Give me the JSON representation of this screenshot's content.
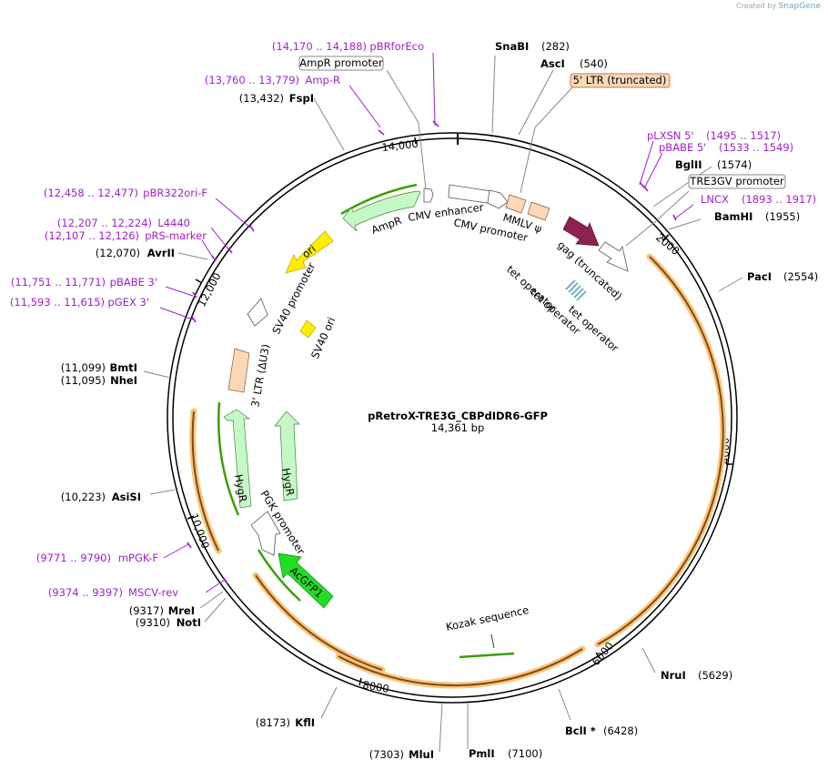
{
  "credit": {
    "prefix": "Created by",
    "brand": "SnapGene"
  },
  "plasmid": {
    "name": "pRetroX-TRE3G_CBPdIDR6-GFP",
    "size_label": "14,361 bp",
    "length": 14361
  },
  "ticks": [
    "2000",
    "4000",
    "6000",
    "8000",
    "10,000",
    "12,000",
    "14,000"
  ],
  "sites": [
    {
      "name": "SnaBI",
      "pos": "(282)"
    },
    {
      "name": "AscI",
      "pos": "(540)"
    },
    {
      "name": "BglII",
      "pos": "(1574)"
    },
    {
      "name": "BamHI",
      "pos": "(1955)"
    },
    {
      "name": "PacI",
      "pos": "(2554)"
    },
    {
      "name": "NruI",
      "pos": "(5629)"
    },
    {
      "name": "BclI *",
      "pos": "(6428)"
    },
    {
      "name": "PmlI",
      "pos": "(7100)"
    },
    {
      "name": "MluI",
      "pos": "(7303)"
    },
    {
      "name": "KflI",
      "pos": "(8173)"
    },
    {
      "name": "MreI",
      "pos": "(9317)"
    },
    {
      "name": "NotI",
      "pos": "(9310)"
    },
    {
      "name": "AsiSI",
      "pos": "(10,223)"
    },
    {
      "name": "BmtI",
      "pos": "(11,099)"
    },
    {
      "name": "NheI",
      "pos": "(11,095)"
    },
    {
      "name": "AvrII",
      "pos": "(12,070)"
    },
    {
      "name": "FspI",
      "pos": "(13,432)"
    }
  ],
  "primers": [
    {
      "name": "pBRforEco",
      "pos": "(14,170 .. 14,188)"
    },
    {
      "name": "Amp-R",
      "pos": "(13,760 .. 13,779)"
    },
    {
      "name": "pLXSN 5'",
      "pos": "(1495 .. 1517)"
    },
    {
      "name": "pBABE 5'",
      "pos": "(1533 .. 1549)"
    },
    {
      "name": "LNCX",
      "pos": "(1893 .. 1917)"
    },
    {
      "name": "pBR322ori-F",
      "pos": "(12,458 .. 12,477)"
    },
    {
      "name": "L4440",
      "pos": "(12,207 .. 12,224)"
    },
    {
      "name": "pRS-marker",
      "pos": "(12,107 .. 12,126)"
    },
    {
      "name": "pBABE 3'",
      "pos": "(11,751 .. 11,771)"
    },
    {
      "name": "pGEX 3'",
      "pos": "(11,593 .. 11,615)"
    },
    {
      "name": "mPGK-F",
      "pos": "(9771 .. 9790)"
    },
    {
      "name": "MSCV-rev",
      "pos": "(9374 .. 9397)"
    }
  ],
  "boxed": {
    "ampr_promoter": "AmpR promoter",
    "ltr5": "5' LTR (truncated)",
    "tre3gv": "TRE3GV promoter"
  },
  "features": {
    "ampr": "AmpR",
    "cmv_enh": "CMV enhancer",
    "cmv_prom": "CMV promoter",
    "mmlv": "MMLV ψ",
    "gag": "gag (truncated)",
    "tetop1": "tet operator",
    "tetop2": "tet operator",
    "tetop3": "tet operator",
    "ori": "ori",
    "sv40prom": "SV40 promoter",
    "sv40ori": "SV40 ori",
    "ltr3": "3' LTR (ΔU3)",
    "hygr1": "HygR",
    "hygr2": "HygR",
    "pgk": "PGK promoter",
    "acgfp": "AcGFP1",
    "kozak": "Kozak sequence"
  },
  "colors": {
    "ampr": "#c6f7c6",
    "gfp": "#22dd22",
    "ori": "#ffee00",
    "ltr": "#fdd7b6",
    "gag": "#8b2252",
    "primer": "#a020c8",
    "orf_outer": "#f5c77a",
    "orf_inner": "#8b4513",
    "green_bar": "#3aa000",
    "tet": "#5aa5c0"
  }
}
